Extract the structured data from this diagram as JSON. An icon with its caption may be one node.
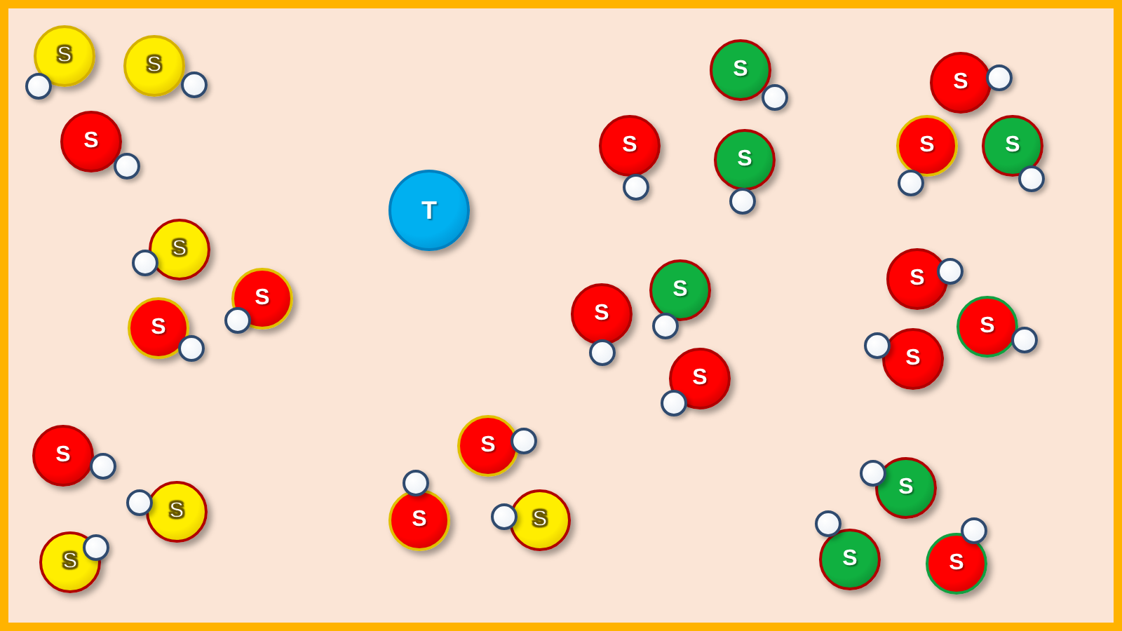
{
  "diagram": {
    "nodes": [
      {
        "text": [
          "S"
        ]
      },
      {
        "text": [
          "S"
        ]
      },
      {
        "text": [
          "S"
        ]
      },
      {
        "text": [
          "S"
        ]
      },
      {
        "text": [
          "S"
        ]
      },
      {
        "text": [
          "S"
        ]
      },
      {
        "text": [
          "S"
        ]
      },
      {
        "text": [
          "S"
        ]
      },
      {
        "text": [
          "S"
        ]
      },
      {
        "text": [
          "T"
        ]
      },
      {
        "text": [
          "S"
        ]
      },
      {
        "text": [
          "S"
        ]
      },
      {
        "text": [
          "S"
        ]
      },
      {
        "text": [
          "S"
        ]
      },
      {
        "text": [
          "S"
        ]
      },
      {
        "text": [
          "S"
        ]
      },
      {
        "text": [
          "S"
        ]
      },
      {
        "text": [
          "S"
        ]
      },
      {
        "text": [
          "S"
        ]
      },
      {
        "text": [
          "S"
        ]
      },
      {
        "text": [
          "S"
        ]
      },
      {
        "text": [
          "S"
        ]
      },
      {
        "text": [
          "S"
        ]
      },
      {
        "text": [
          "S"
        ]
      },
      {
        "text": [
          "S"
        ]
      },
      {
        "text": [
          "S"
        ]
      },
      {
        "text": [
          "S"
        ]
      },
      {
        "text": [
          "S"
        ]
      }
    ]
  }
}
